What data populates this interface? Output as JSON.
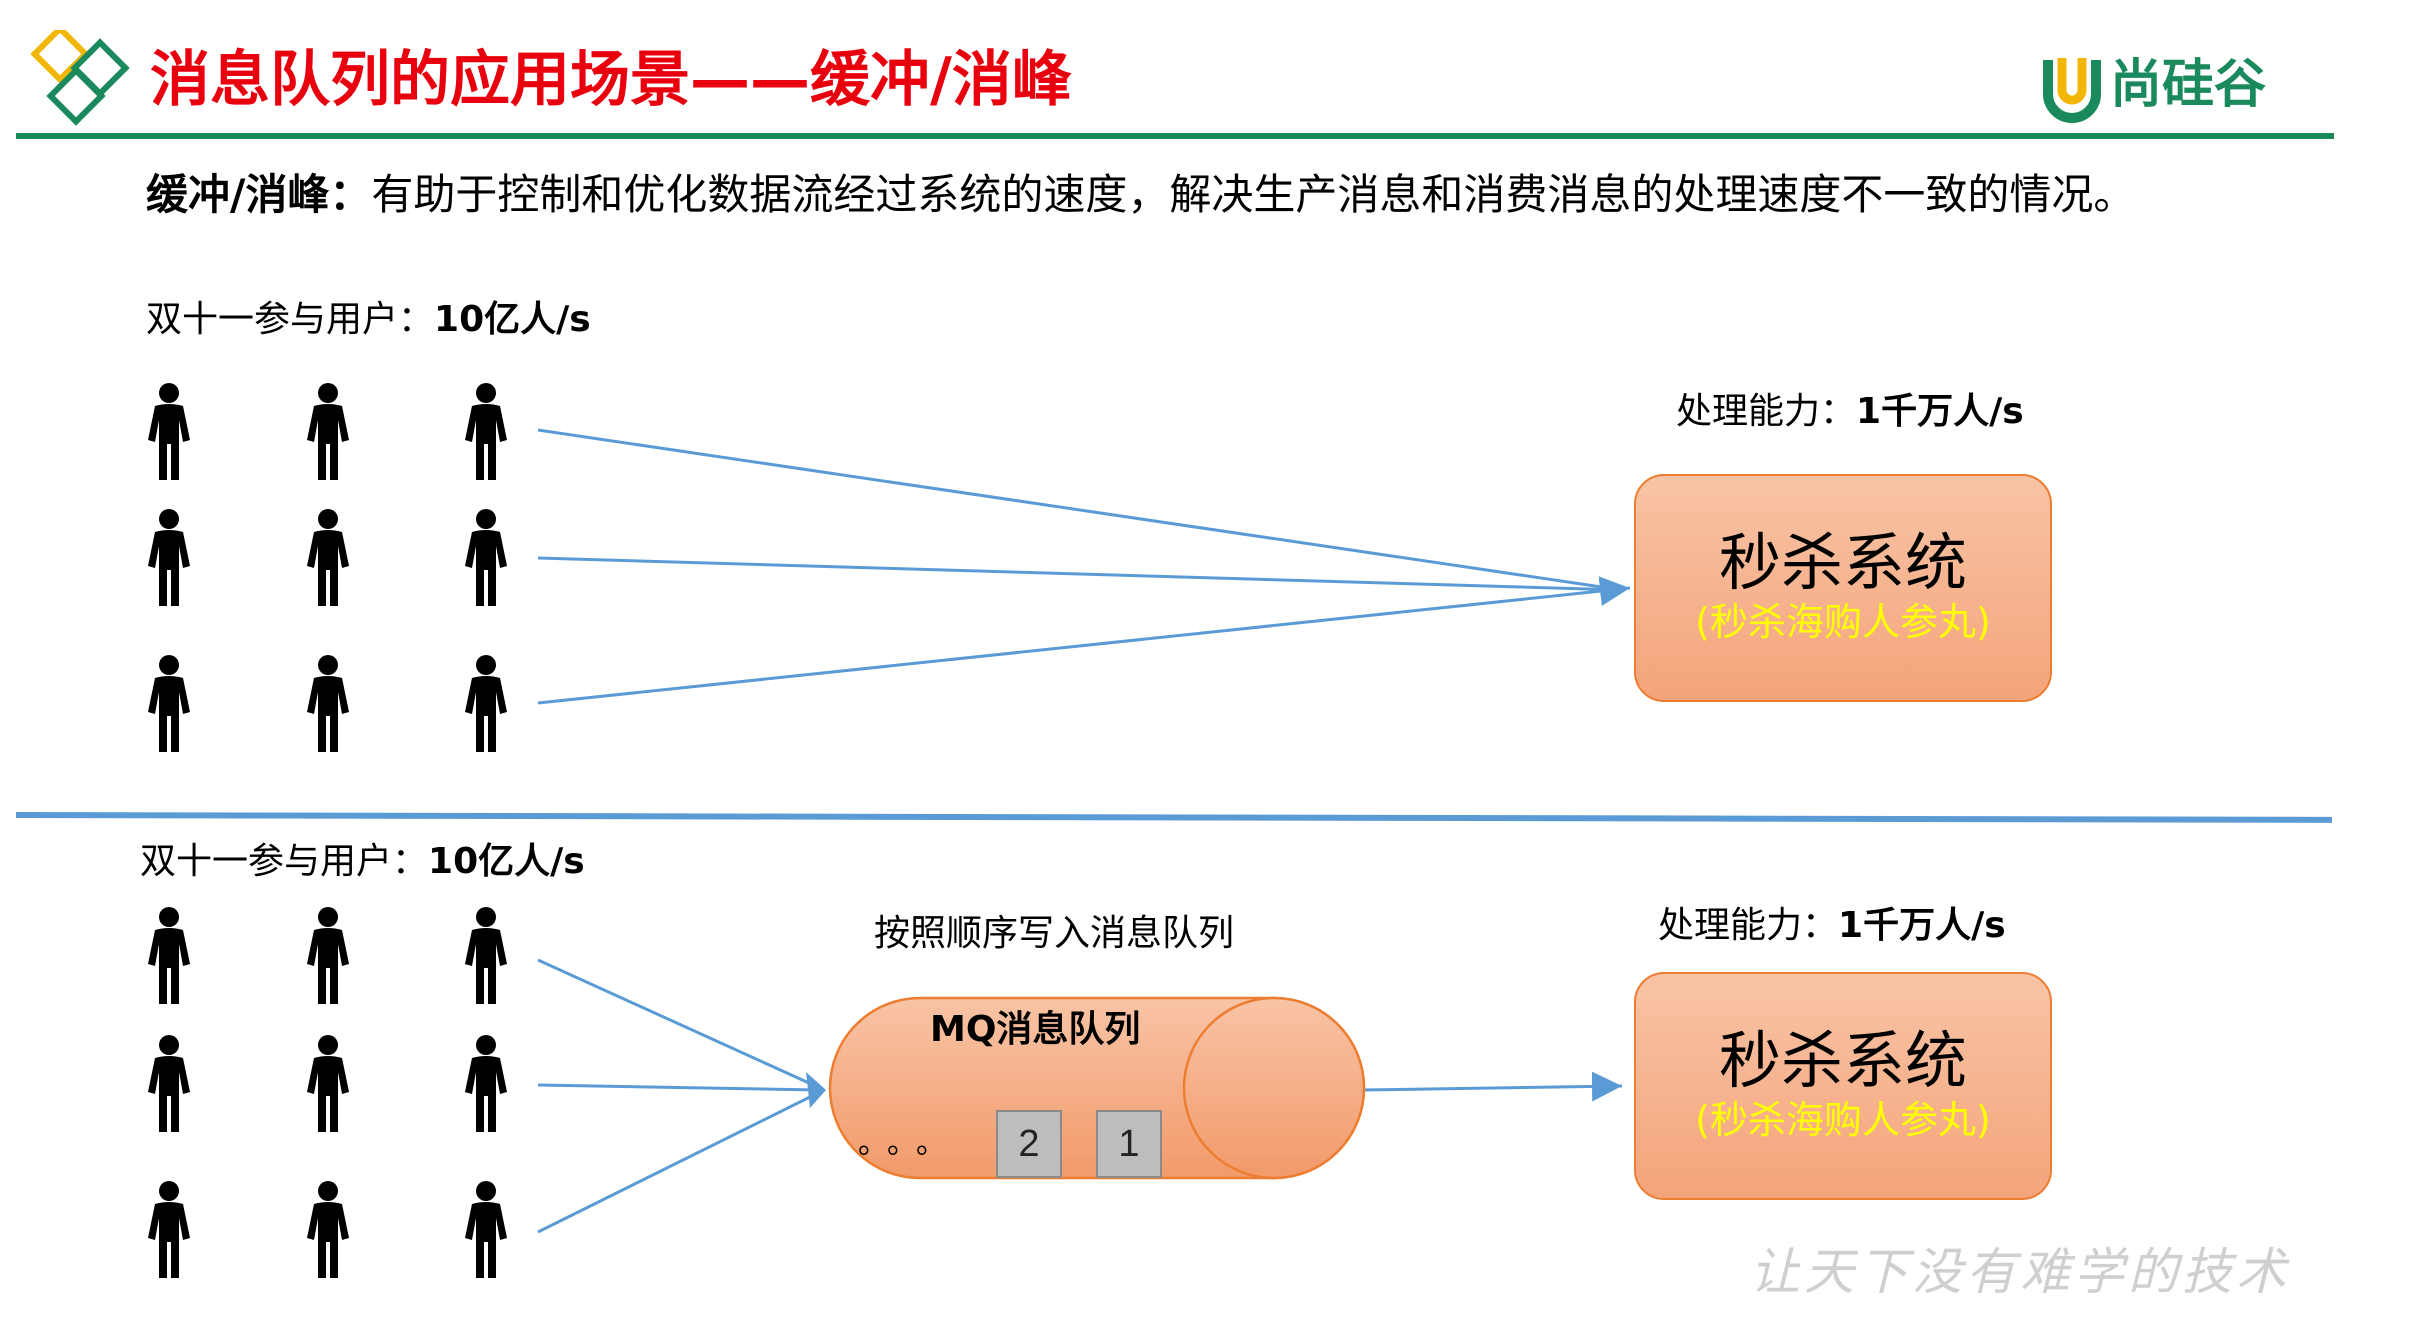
{
  "header": {
    "title": "消息队列的应用场景——缓冲/消峰",
    "brand": "尚硅谷"
  },
  "intro": {
    "label": "缓冲/消峰：",
    "text": "有助于控制和优化数据流经过系统的速度，解决生产消息和消费消息的处理速度不一致的情况。"
  },
  "top": {
    "users_label": "双十一参与用户：",
    "users_value": "10亿人/s",
    "capacity_label": "处理能力：",
    "capacity_value": "1千万人/s",
    "system_title": "秒杀系统",
    "system_sub": "(秒杀海购人参丸)"
  },
  "bottom": {
    "users_label": "双十一参与用户：",
    "users_value": "10亿人/s",
    "queue_caption": "按照顺序写入消息队列",
    "queue_title": "MQ消息队列",
    "queue_dots": "。。。",
    "queue_items": [
      "2",
      "1"
    ],
    "capacity_label": "处理能力：",
    "capacity_value": "1千万人/s",
    "system_title": "秒杀系统",
    "system_sub": "(秒杀海购人参丸)"
  },
  "watermark": "让天下没有难学的技术",
  "colors": {
    "title_red": "#e8000e",
    "brand_green": "#1a8a5c",
    "arrow_blue": "#5b9bd5",
    "box_orange": "#f4a47a",
    "subtitle_yellow": "#ffff00"
  },
  "icons": [
    "diamond-logo-icon",
    "person-icon",
    "brand-logo-icon"
  ]
}
